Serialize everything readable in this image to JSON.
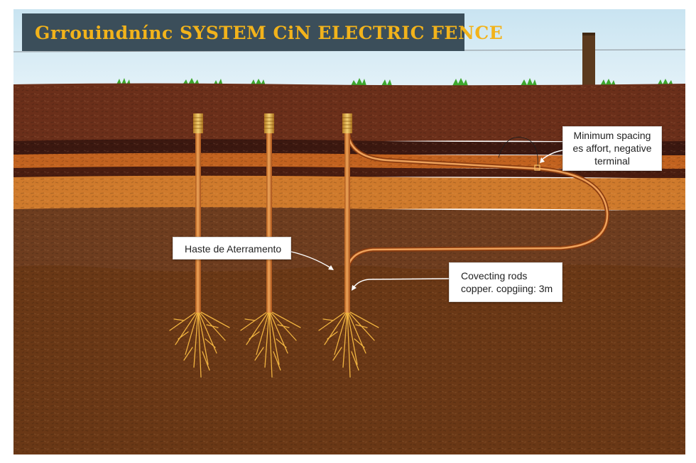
{
  "title": "Grrouindnínc SYSTEM CiN ELECTRIC FENCE",
  "callouts": {
    "spacing": {
      "lines": [
        "Minimum spacing",
        "es affort, negative",
        "terminal"
      ]
    },
    "rod": {
      "text": "Haste de Aterramento"
    },
    "connect": {
      "lines": [
        "Covecting rods",
        "copper. copgiing: 3m"
      ]
    }
  },
  "colors": {
    "sky": "#cfe7f2",
    "title_bar": "#3b4e5a",
    "title_text": "#f2b31b",
    "topsoil": "#6b2f1a",
    "clay_band": "#c2621f",
    "orange_band": "#cf7a2c",
    "subsoil": "#6e3d1f",
    "deep_soil": "#6a3816",
    "copper": "#d8843a",
    "roots": "#f0b340",
    "grass": "#3ea82f",
    "post": "#5b3a1e"
  },
  "icons": [
    "fence-post-icon",
    "grass-tuft-icon",
    "rod-cap-icon",
    "root-spread-icon"
  ]
}
